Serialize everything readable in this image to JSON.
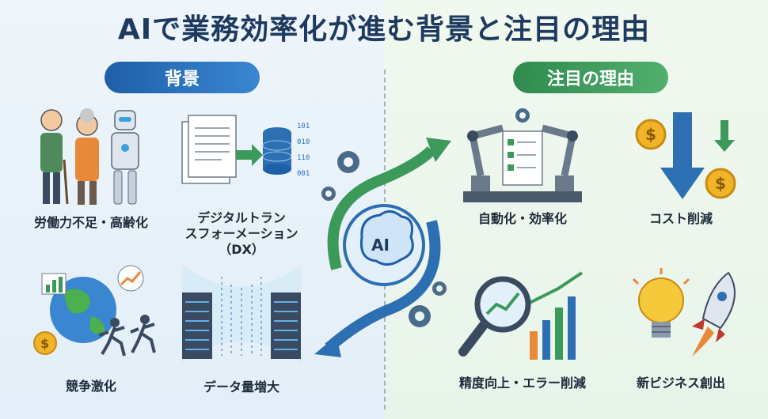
{
  "title": "AIで業務効率化が進む背景と注目の理由",
  "sections": {
    "background_label": "背景",
    "reasons_label": "注目の理由"
  },
  "background_items": [
    {
      "label": "労働力不足・高齢化",
      "icon": "elderly-people-robot-icon"
    },
    {
      "label": "デジタルトラン\nスフォーメーション\n（DX）",
      "icon": "document-database-icon"
    },
    {
      "label": "競争激化",
      "icon": "globe-runners-icon"
    },
    {
      "label": "データ量増大",
      "icon": "server-data-stream-icon"
    }
  ],
  "reason_items": [
    {
      "label": "自動化・効率化",
      "icon": "robot-arms-checklist-icon"
    },
    {
      "label": "コスト削減",
      "icon": "coins-down-arrow-icon"
    },
    {
      "label": "精度向上・エラー削減",
      "icon": "magnifier-chart-icon"
    },
    {
      "label": "新ビジネス創出",
      "icon": "lightbulb-rocket-icon"
    }
  ],
  "center": {
    "label": "AI",
    "icon": "ai-brain-icon"
  },
  "colors": {
    "title": "#1e3a5f",
    "background_accent": "#1e5fa8",
    "reasons_accent": "#2f8a4e"
  }
}
